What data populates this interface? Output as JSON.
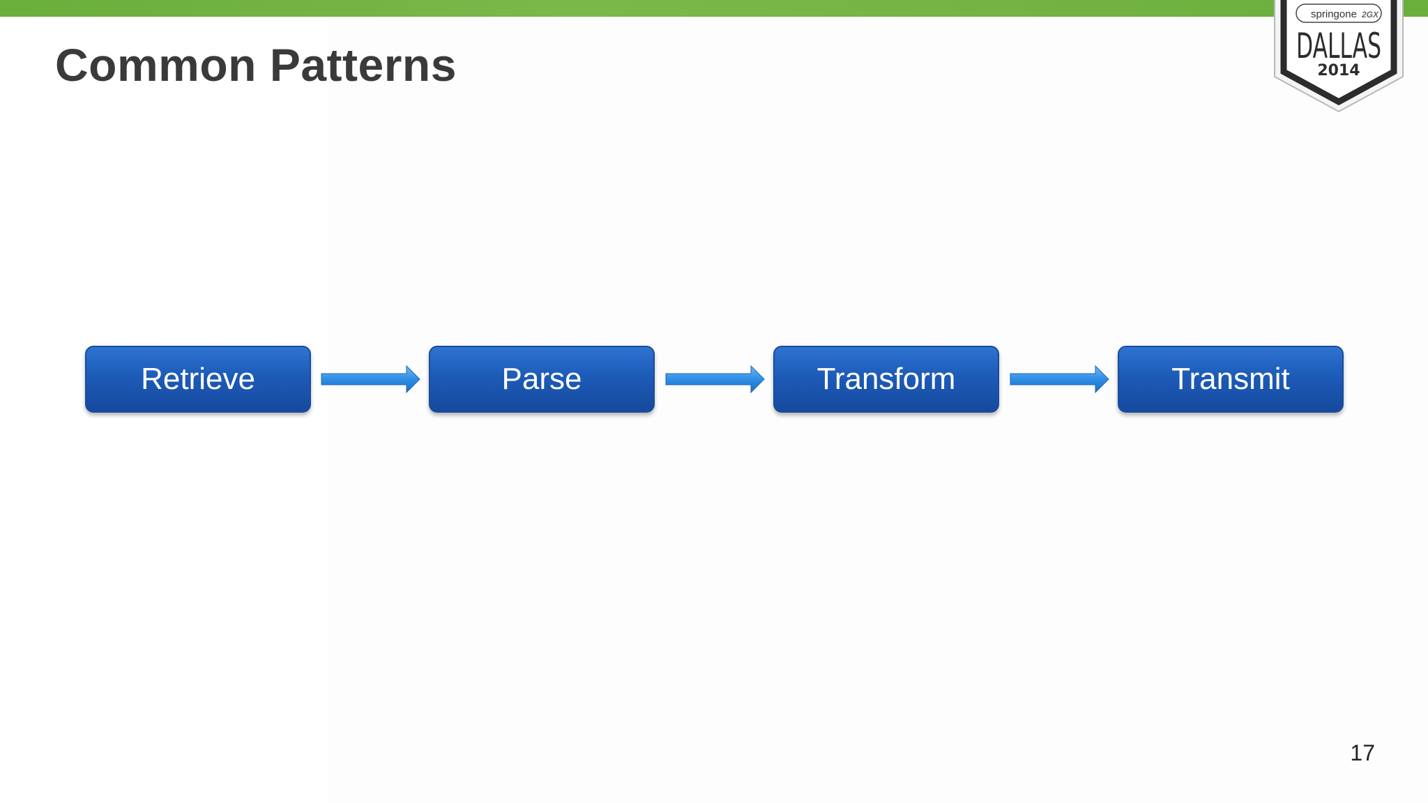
{
  "slide": {
    "title": "Common Patterns",
    "page_number": "17"
  },
  "badge": {
    "brand": "springone",
    "brand_suffix": "2GX",
    "city": "DALLAS",
    "year": "2014"
  },
  "flow": {
    "steps": [
      "Retrieve",
      "Parse",
      "Transform",
      "Transmit"
    ]
  },
  "colors": {
    "top_bar": "#6aae3c",
    "box_fill": "#1d5bb8",
    "arrow_fill": "#2f8ee6",
    "title_text": "#3a3a3a"
  }
}
